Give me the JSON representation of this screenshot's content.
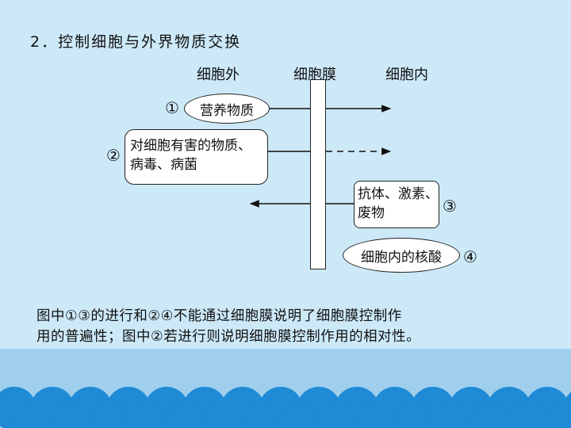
{
  "heading": "2．控制细胞与外界物质交换",
  "columns": {
    "outside": "细胞外",
    "membrane": "细胞膜",
    "inside": "细胞内"
  },
  "items": [
    {
      "marker": "①",
      "lines": [
        "营养物质"
      ]
    },
    {
      "marker": "②",
      "lines": [
        "对细胞有害的物质、",
        "病毒、病菌"
      ]
    },
    {
      "marker": "③",
      "lines": [
        "抗体、激素、",
        "废物"
      ]
    },
    {
      "marker": "④",
      "lines": [
        "细胞内的核酸"
      ]
    }
  ],
  "conclusion": [
    "图中①③的进行和②④不能通过细胞膜说明了细胞膜控制作",
    "用的普遍性；图中②若进行则说明细胞膜控制作用的相对性。"
  ],
  "colors": {
    "background": "#cde9f8",
    "wave_band": "#9fcfec",
    "wave_dots": "#1f8ad6"
  }
}
